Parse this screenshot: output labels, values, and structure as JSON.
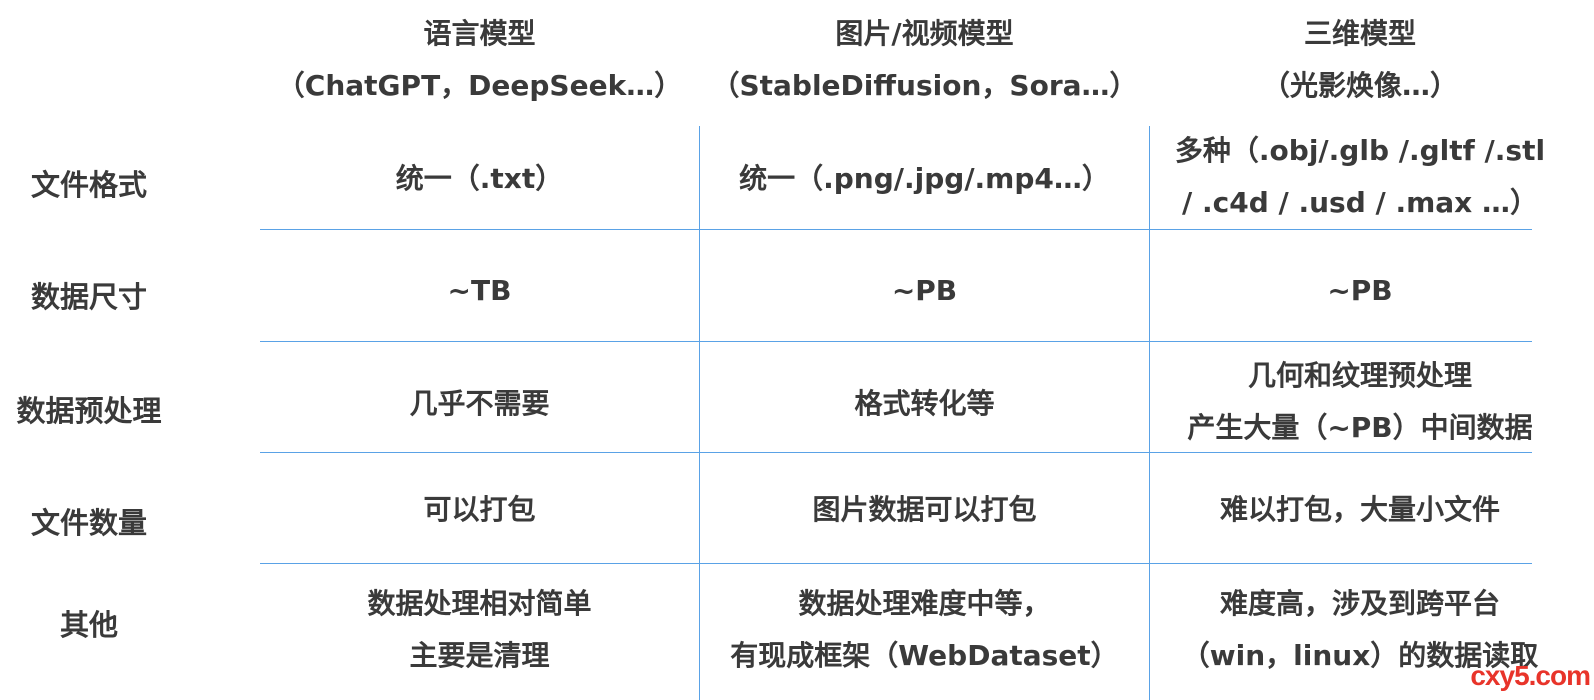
{
  "columns": [
    {
      "title": "语言模型",
      "subtitle": "（ChatGPT，DeepSeek…）"
    },
    {
      "title": "图片/视频模型",
      "subtitle": "（StableDiffusion，Sora…）"
    },
    {
      "title": "三维模型",
      "subtitle": "（光影焕像…）"
    }
  ],
  "rows": [
    {
      "label": "文件格式",
      "cells": [
        [
          "统一（.txt）"
        ],
        [
          "统一（.png/.jpg/.mp4…）"
        ],
        [
          "多种（.obj/.glb /.gltf /.stl",
          "/ .c4d / .usd / .max …）"
        ]
      ]
    },
    {
      "label": "数据尺寸",
      "cells": [
        [
          "~TB"
        ],
        [
          "~PB"
        ],
        [
          "~PB"
        ]
      ]
    },
    {
      "label": "数据预处理",
      "cells": [
        [
          "几乎不需要"
        ],
        [
          "格式转化等"
        ],
        [
          "几何和纹理预处理",
          "产生大量（~PB）中间数据"
        ]
      ]
    },
    {
      "label": "文件数量",
      "cells": [
        [
          "可以打包"
        ],
        [
          "图片数据可以打包"
        ],
        [
          "难以打包，大量小文件"
        ]
      ]
    },
    {
      "label": "其他",
      "cells": [
        [
          "数据处理相对简单",
          "主要是清理"
        ],
        [
          "数据处理难度中等，",
          "有现成框架（WebDataset）"
        ],
        [
          "难度高，涉及到跨平台",
          "（win，linux）的数据读取"
        ]
      ]
    }
  ],
  "watermark": "cxy5.com",
  "colors": {
    "grid": "#5aa2e6",
    "text": "#3a3a3a",
    "watermark": "#e8342a"
  }
}
